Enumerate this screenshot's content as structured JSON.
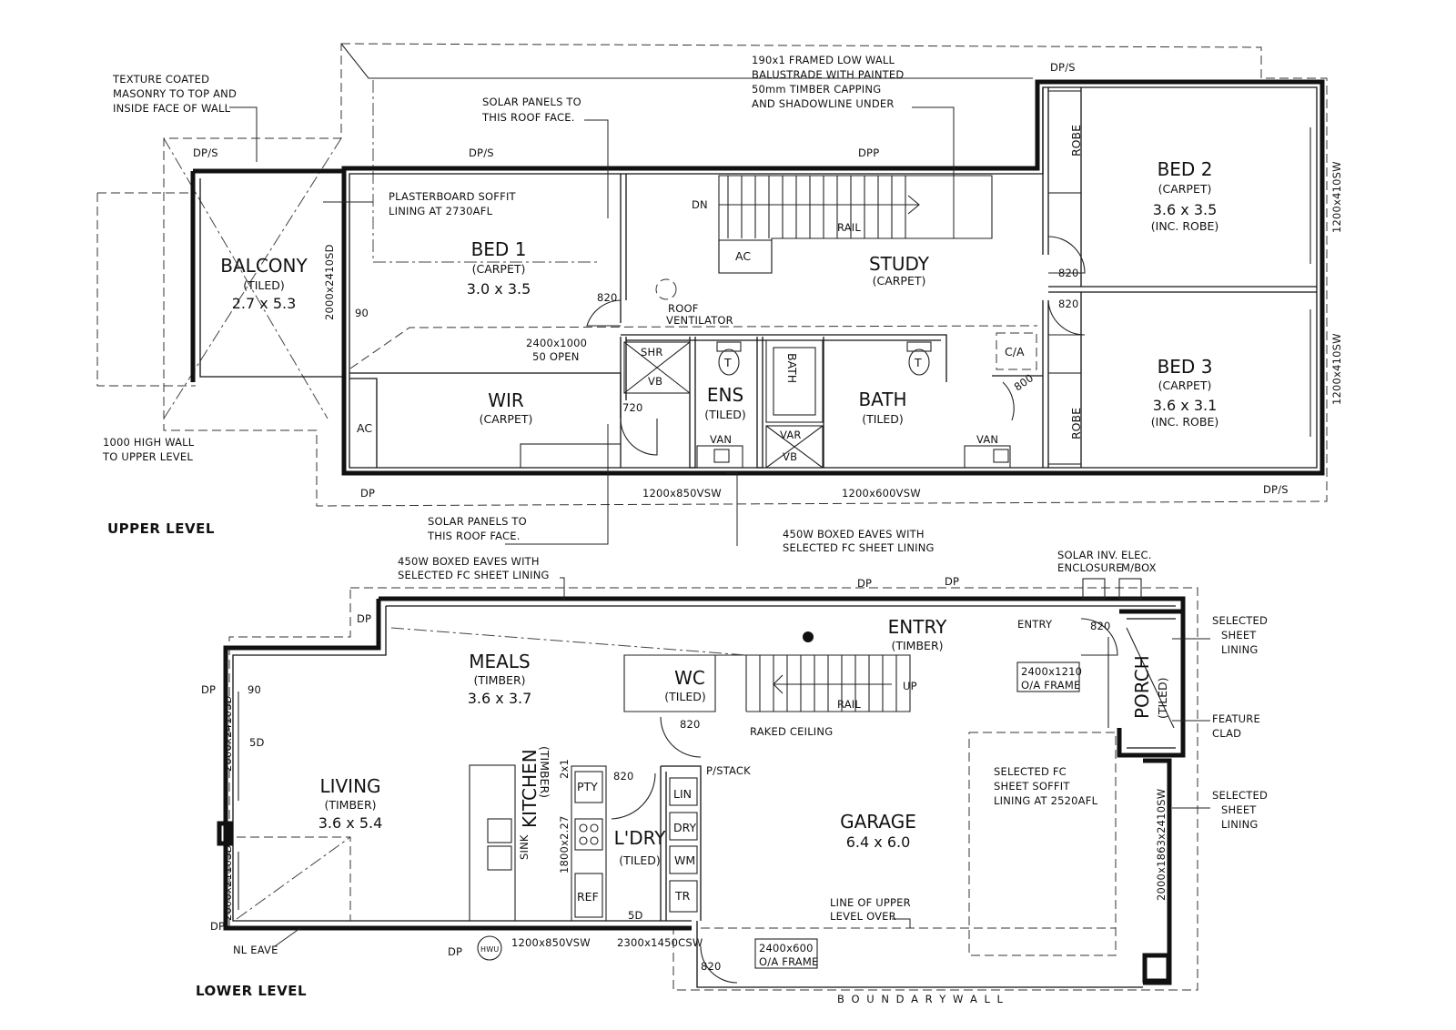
{
  "levels": {
    "upper": "UPPER LEVEL",
    "lower": "LOWER LEVEL"
  },
  "upper": {
    "balcony": {
      "name": "BALCONY",
      "finish": "(TILED)",
      "size": "2.7 x 5.3"
    },
    "bed1": {
      "name": "BED 1",
      "finish": "(CARPET)",
      "size": "3.0 x 3.5"
    },
    "bed2": {
      "name": "BED 2",
      "finish": "(CARPET)",
      "size": "3.6 x 3.5",
      "note": "(INC. ROBE)"
    },
    "bed3": {
      "name": "BED 3",
      "finish": "(CARPET)",
      "size": "3.6 x 3.1",
      "note": "(INC. ROBE)"
    },
    "study": {
      "name": "STUDY",
      "finish": "(CARPET)"
    },
    "wir": {
      "name": "WIR",
      "finish": "(CARPET)"
    },
    "ens": {
      "name": "ENS",
      "finish": "(TILED)"
    },
    "bath": {
      "name": "BATH",
      "finish": "(TILED)"
    },
    "fixtures": {
      "robe1": "ROBE",
      "robe2": "ROBE",
      "ac1": "AC",
      "ac2": "AC",
      "ca": "C/A",
      "shr": "SHR",
      "vb1": "VB",
      "vb2": "VB",
      "var": "VAR",
      "van1": "VAN",
      "van2": "VAN",
      "t1": "T",
      "t2": "T",
      "bath_tub": "BATH",
      "dn": "DN",
      "rail": "RAIL"
    },
    "dims": {
      "d820a": "820",
      "d820b": "820",
      "d820c": "820",
      "d720": "720",
      "d800": "800",
      "d90": "90",
      "w_balcony": "2000x2410SD",
      "w_bed2": "1200x410SW",
      "w_bed3": "1200x410SW",
      "w_ens": "1200x850VSW",
      "w_bath": "1200x600VSW",
      "open": "2400x1000",
      "open2": "50 OPEN"
    },
    "dps": {
      "dp1": "DP/S",
      "dp2": "DP/S",
      "dp3": "DP/S",
      "dp4": "DP/S",
      "dp5": "DPP",
      "dp6": "DP"
    },
    "notes": {
      "texture": [
        "TEXTURE COATED",
        "MASONRY TO TOP AND",
        "INSIDE FACE OF WALL"
      ],
      "solar1": [
        "SOLAR PANELS TO",
        "THIS ROOF FACE."
      ],
      "balustrade": [
        "190x1 FRAMED LOW WALL",
        "BALUSTRADE WITH PAINTED",
        "50mm TIMBER CAPPING",
        "AND SHADOWLINE UNDER"
      ],
      "soffit": [
        "PLASTERBOARD SOFFIT",
        "LINING AT 2730AFL"
      ],
      "vent": [
        "ROOF",
        "VENTILATOR"
      ],
      "wall1000": [
        "1000 HIGH WALL",
        "TO UPPER LEVEL"
      ],
      "solar2": [
        "SOLAR PANELS TO",
        "THIS ROOF FACE."
      ],
      "eaves": [
        "450W BOXED EAVES WITH",
        "SELECTED FC SHEET LINING"
      ]
    }
  },
  "lower": {
    "meals": {
      "name": "MEALS",
      "finish": "(TIMBER)",
      "size": "3.6 x 3.7"
    },
    "living": {
      "name": "LIVING",
      "finish": "(TIMBER)",
      "size": "3.6 x 5.4"
    },
    "kitchen": {
      "name": "KITCHEN",
      "finish": "(TIMBER)"
    },
    "ldry": {
      "name": "L'DRY",
      "finish": "(TILED)"
    },
    "wc": {
      "name": "WC",
      "finish": "(TILED)"
    },
    "entry": {
      "name": "ENTRY",
      "finish": "(TIMBER)"
    },
    "porch": {
      "name": "PORCH",
      "finish": "(TILED)"
    },
    "garage": {
      "name": "GARAGE",
      "size": "6.4 x 6.0"
    },
    "fixtures": {
      "pty": "PTY",
      "ref": "REF",
      "lin": "LIN",
      "dry": "DRY",
      "wm": "WM",
      "tr": "TR",
      "sink": "SINK",
      "up": "UP",
      "rail": "RAIL",
      "entry_small": "ENTRY",
      "hwu": "HWU"
    },
    "dims": {
      "d820a": "820",
      "d820b": "820",
      "d820c": "820",
      "d820d": "820",
      "d90": "90",
      "d50a": "5D",
      "d50b": "5D",
      "w_living1": "2000x2410SD",
      "w_living2": "2000x2110SD",
      "w_kitchen": "1200x850VSW",
      "w_ldry": "2300x1450CSW",
      "frame1": "2400x1210",
      "frame1b": "O/A FRAME",
      "frame2": "2400x600",
      "frame2b": "O/A FRAME",
      "w_garage": "2000x1863x2410SW",
      "bench": "1800x2.27",
      "bench2": "2x1"
    },
    "dps": {
      "dp1": "DP",
      "dp2": "DP",
      "dp3": "DP",
      "dp4": "DP",
      "dp5": "DP",
      "dp6": "DP",
      "pstack": "P/STACK"
    },
    "notes": {
      "eaves": [
        "450W BOXED EAVES WITH",
        "SELECTED FC SHEET LINING"
      ],
      "solarinv": [
        "SOLAR INV.",
        "ENCLOSURE"
      ],
      "elec": [
        "ELEC.",
        "M/BOX"
      ],
      "sheet1": [
        "SELECTED",
        "SHEET",
        "LINING"
      ],
      "feature": [
        "FEATURE",
        "CLAD"
      ],
      "sheet2": [
        "SELECTED",
        "SHEET",
        "LINING"
      ],
      "soffit": [
        "SELECTED FC",
        "SHEET SOFFIT",
        "LINING AT 2520AFL"
      ],
      "raked": "RAKED CEILING",
      "upper_line": [
        "LINE OF UPPER",
        "LEVEL OVER"
      ],
      "nl_eave": "NL EAVE",
      "boundary": "B O U N D A R Y   W A L L"
    }
  }
}
